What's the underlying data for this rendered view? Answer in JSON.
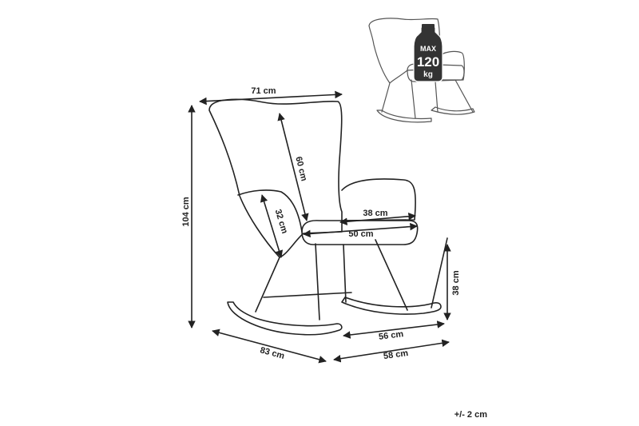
{
  "dimensions": {
    "width": "71 cm",
    "height": "104 cm",
    "backrest_height": "60 cm",
    "backrest_lower": "32 cm",
    "seat_depth": "38 cm",
    "seat_width": "50 cm",
    "seat_height": "38 cm",
    "depth": "83 cm",
    "rocker_width": "56 cm",
    "base_width": "58 cm"
  },
  "max_load": {
    "label": "MAX",
    "value": "120",
    "unit": "kg"
  },
  "tolerance": "+/- 2 cm",
  "colors": {
    "line": "#222222",
    "badge": "#333333",
    "outline": "#555555"
  },
  "icons": [
    "weight-icon",
    "rocking-chair-thumbnail"
  ]
}
